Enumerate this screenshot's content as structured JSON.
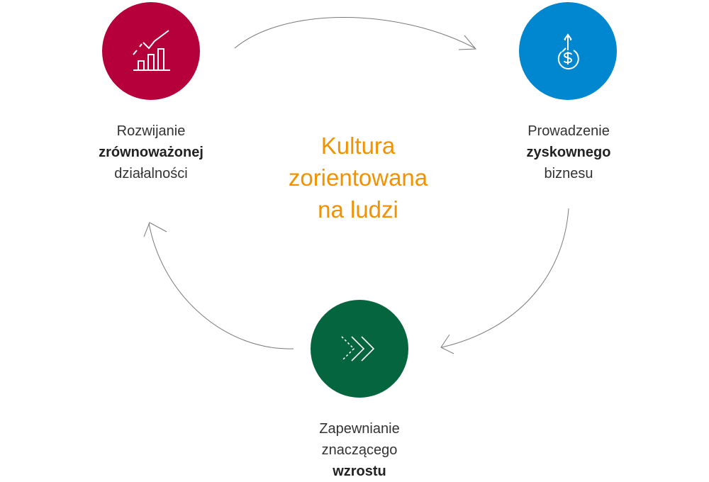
{
  "center_title": [
    "Kultura",
    "zorientowana",
    "na ludzi"
  ],
  "nodes": {
    "left": {
      "line1": "Rozwijanie",
      "line2": "zrównoważonej",
      "line3": "działalności",
      "color": "#b5003c",
      "icon": "growth-chart-icon"
    },
    "right": {
      "line1": "Prowadzenie",
      "line2": "zyskownego",
      "line3": "biznesu",
      "color": "#0087cf",
      "icon": "dollar-coin-up-icon"
    },
    "bottom": {
      "line1": "Zapewnianie",
      "line2": "znaczącego",
      "line3": "wzrostu",
      "color": "#05653f",
      "icon": "chevrons-right-icon"
    }
  },
  "accent_color": "#f39200",
  "arrow_color": "#777777"
}
